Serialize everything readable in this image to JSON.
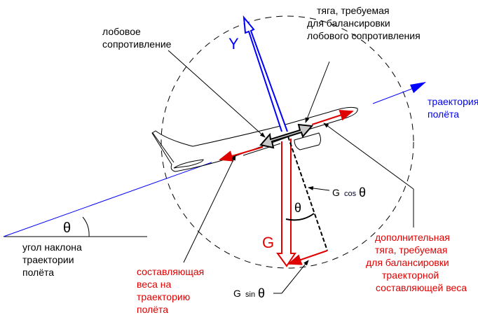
{
  "labels": {
    "drag": [
      "лобовое",
      "сопротивление"
    ],
    "thrust_drag": [
      "тяга, требуемая",
      "для балансировки",
      "лобового сопротивления"
    ],
    "trajectory": [
      "траектория",
      "полёта"
    ],
    "angle": [
      "угол наклона",
      "траектории",
      "полёта"
    ],
    "weight_component": [
      "составляющая",
      "веса на",
      "траекторию",
      "полёта"
    ],
    "extra_thrust": [
      "дополнительная",
      "тяга, требуемая",
      "для балансировки",
      "траекторной",
      "составляющей веса"
    ],
    "Y": "Y",
    "G": "G",
    "theta": "θ",
    "gcos_g": "G",
    "gcos_fn": "cos",
    "gsin_g": "G",
    "gsin_fn": "sin"
  },
  "colors": {
    "lift": "#0000ff",
    "weight": "#e00000",
    "thrust": "#c8c8c8"
  }
}
